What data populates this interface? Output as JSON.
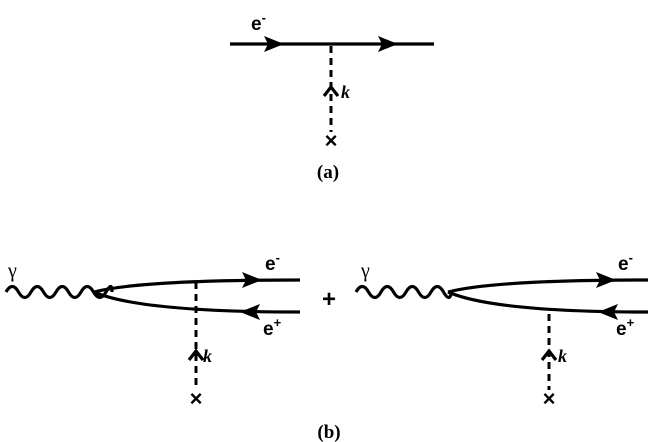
{
  "panel_a": {
    "caption": "(a)",
    "electron_label": "e",
    "electron_sup": "-",
    "momentum_label": "k",
    "source_symbol": "×"
  },
  "panel_b": {
    "caption": "(b)",
    "plus_sign": "+",
    "photon_label": "γ",
    "electron_label": "e",
    "electron_sup": "-",
    "positron_label": "e",
    "positron_sup": "+",
    "momentum_label": "k",
    "source_symbol": "×"
  }
}
